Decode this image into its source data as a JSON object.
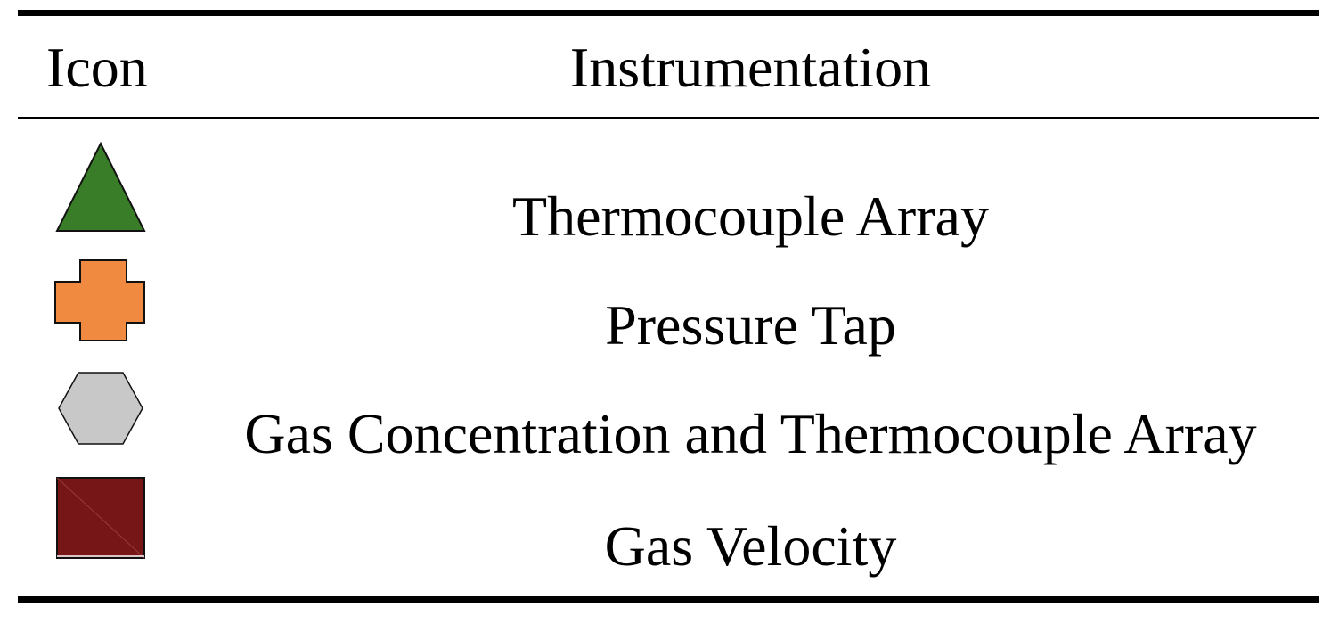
{
  "table": {
    "headers": {
      "icon": "Icon",
      "instrumentation": "Instrumentation"
    },
    "rows": [
      {
        "icon": "triangle-icon",
        "icon_color": "#3a7d28",
        "label": "Thermocouple Array"
      },
      {
        "icon": "cross-icon",
        "icon_color": "#f08a40",
        "label": "Pressure Tap"
      },
      {
        "icon": "hexagon-icon",
        "icon_color": "#c8c8c8",
        "label": "Gas Concentration and Thermocouple Array"
      },
      {
        "icon": "square-icon",
        "icon_color": "#761616",
        "label": "Gas Velocity"
      }
    ]
  }
}
